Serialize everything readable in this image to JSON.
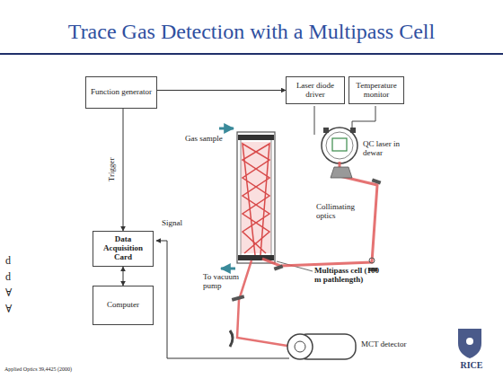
{
  "diagram": {
    "title": "Trace Gas Detection with a Multipass Cell",
    "nodes": [
      {
        "text": [
          "Function generator"
        ]
      },
      {
        "text": [
          "Laser diode driver"
        ]
      },
      {
        "text": [
          "Temperature monitor"
        ]
      },
      {
        "text": [
          "Data Acquisition Card"
        ]
      },
      {
        "text": [
          "Computer"
        ]
      }
    ],
    "edges": [
      {
        "from": 0,
        "to": 1,
        "arrow": "to"
      },
      {
        "from": 0,
        "to": 3,
        "label": "Trigger",
        "arrow": "to"
      },
      {
        "from": 3,
        "to": 4,
        "arrow": "both"
      }
    ],
    "labels": [
      "Signal",
      "Gas sample",
      "QC laser in dewar",
      "Collimating optics",
      "To vacuum pump",
      "Multipass cell (100 m pathlength)",
      "MCT detector",
      "d",
      "d",
      "∀",
      "∀",
      "Applied Optics 39,4425 (2000)",
      "RICE"
    ]
  }
}
